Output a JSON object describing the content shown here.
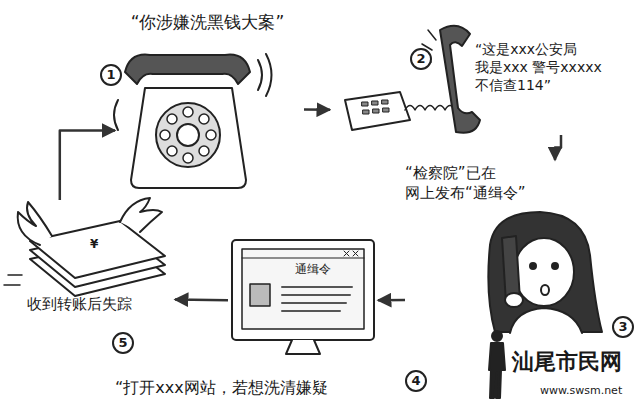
{
  "diagram": {
    "nodes": [
      {
        "text": [
          "“你涉嫌洗黑钱大案”"
        ]
      },
      {
        "text": [
          "“这是xxx公安局 我是xxx 警号xxxxx 不信查114”"
        ]
      },
      {
        "text": [
          "“检察院”已在 网上发布“通缉令”"
        ]
      },
      {
        "text": [
          "通缉令"
        ]
      },
      {
        "text": [
          "收到转账后失踪"
        ]
      }
    ],
    "edges": [
      {
        "from": 0,
        "to": 1,
        "arrow": "to"
      },
      {
        "from": 1,
        "to": 2,
        "arrow": "to"
      },
      {
        "from": 2,
        "to": 3,
        "arrow": "to"
      },
      {
        "from": 3,
        "to": 4,
        "arrow": "to"
      },
      {
        "from": 4,
        "to": 0,
        "arrow": "to"
      }
    ],
    "labels": [
      "1",
      "2",
      "3",
      "4",
      "5",
      "¥",
      "“打开xxx网站，若想洗清嫌疑",
      "汕尾市民网",
      "www.swsm.net"
    ]
  }
}
